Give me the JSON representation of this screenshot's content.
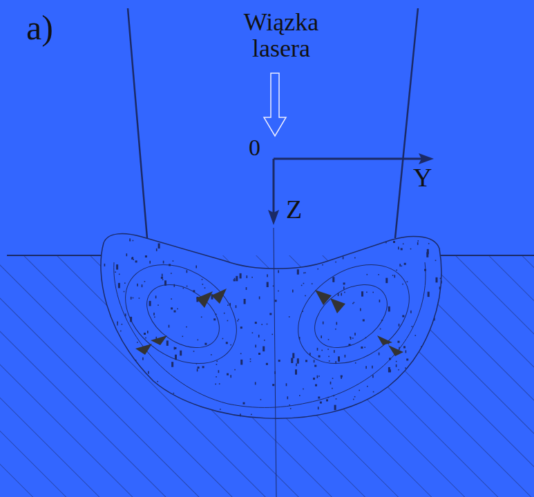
{
  "diagram": {
    "labels": [
      "a)",
      "Wiązka lasera",
      "0",
      "Y",
      "Z"
    ]
  }
}
